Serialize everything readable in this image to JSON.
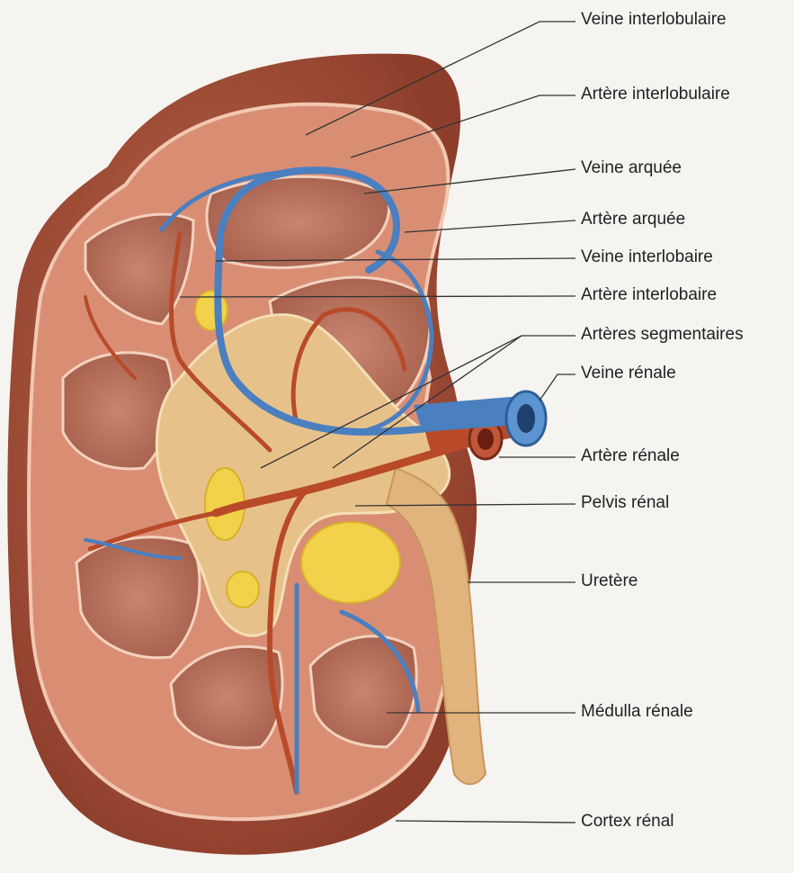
{
  "labels": [
    "Veine interlobulaire",
    "Artère interlobulaire",
    "Veine arquée",
    "Artère arquée",
    "Veine interlobaire",
    "Artère interlobaire",
    "Artères segmentaires",
    "Veine rénale",
    "Artère rénale",
    "Pelvis rénal",
    "Uretère",
    "Médulla rénale",
    "Cortex rénal"
  ],
  "colors": {
    "capsule": "#a9563f",
    "cortex": "#d98e74",
    "medulla": "#b66e59",
    "artery": "#b84a2a",
    "vein": "#4a7fc0",
    "pelvis": "#e6c28a",
    "fat": "#f1d24a",
    "leader": "#333333"
  }
}
